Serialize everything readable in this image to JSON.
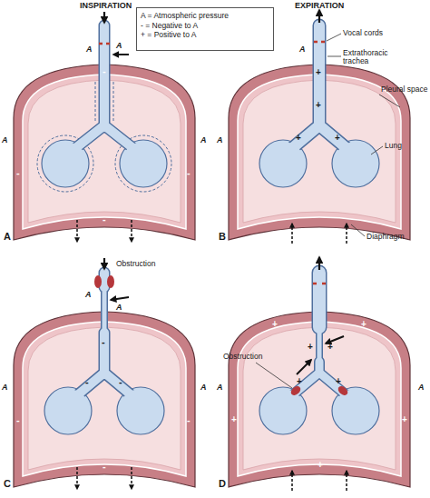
{
  "diagram": {
    "labels": [
      "INSPIRATION",
      "A",
      "A",
      "A",
      "A",
      "-",
      "-",
      "-",
      "-",
      "EXPIRATION",
      "A",
      "Vocal cords",
      "Extrathoracic trachea",
      "Pleural space",
      "Lung",
      "Diaphragm",
      "A",
      "+",
      "+",
      "+",
      "+",
      "A",
      "B",
      "Obstruction",
      "A",
      "A",
      "-",
      "-",
      "-",
      "-",
      "-",
      "-",
      "A",
      "A",
      "Obstruction",
      "+",
      "+",
      "+",
      "+",
      "+",
      "+",
      "+",
      "+",
      "+",
      "A",
      "A",
      "C",
      "D"
    ],
    "legend": [
      {
        "text": "A = Atmospheric pressure"
      },
      {
        "text": "- = Negative to A"
      },
      {
        "text": "+ = Positive to A"
      }
    ]
  }
}
